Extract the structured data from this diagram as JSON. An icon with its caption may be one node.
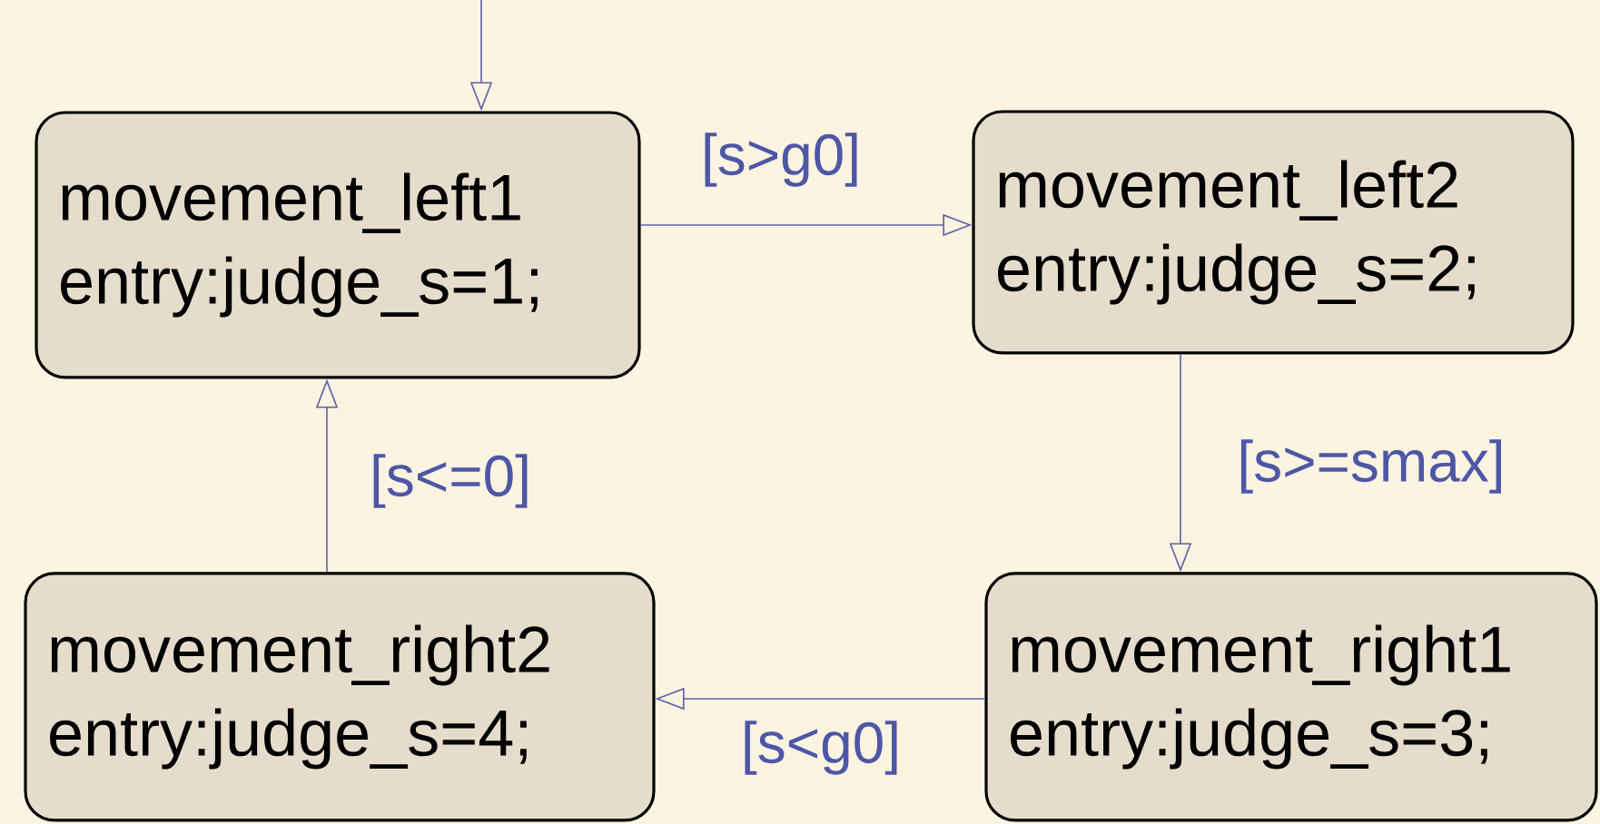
{
  "diagram": {
    "nodes": [
      {
        "text": [
          "movement_left1",
          "entry:judge_s=1;"
        ]
      },
      {
        "text": [
          "movement_left2",
          "entry:judge_s=2;"
        ]
      },
      {
        "text": [
          "movement_right1",
          "entry:judge_s=3;"
        ]
      },
      {
        "text": [
          "movement_right2",
          "entry:judge_s=4;"
        ]
      }
    ],
    "edges": [
      {
        "from": null,
        "to": 0,
        "arrow": "to"
      },
      {
        "from": 0,
        "to": 1,
        "arrow": "to",
        "label": "[s>g0]"
      },
      {
        "from": 1,
        "to": 2,
        "arrow": "to",
        "label": "[s>=smax]"
      },
      {
        "from": 2,
        "to": 3,
        "arrow": "to",
        "label": "[s<g0]"
      },
      {
        "from": 3,
        "to": 0,
        "arrow": "to",
        "label": "[s<=0]"
      }
    ]
  }
}
